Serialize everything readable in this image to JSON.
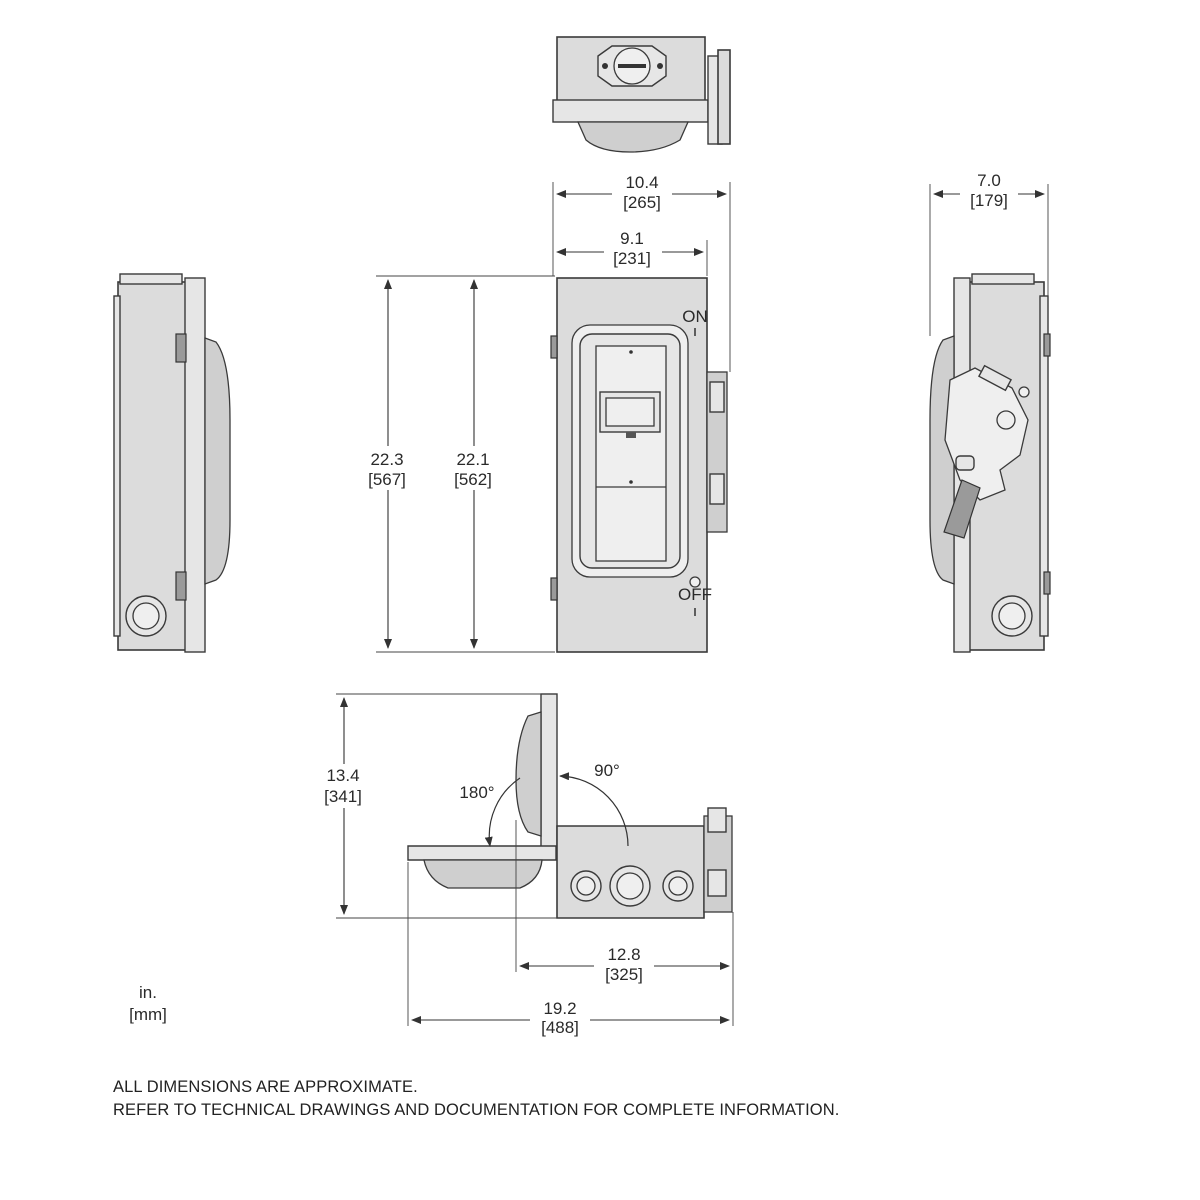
{
  "dimensions": {
    "top_width": {
      "in": "10.4",
      "mm": "[265]"
    },
    "inner_width": {
      "in": "9.1",
      "mm": "[231]"
    },
    "side_depth": {
      "in": "7.0",
      "mm": "[179]"
    },
    "overall_height": {
      "in": "22.3",
      "mm": "[567]"
    },
    "body_height": {
      "in": "22.1",
      "mm": "[562]"
    },
    "door_open_height": {
      "in": "13.4",
      "mm": "[341]"
    },
    "open_depth": {
      "in": "12.8",
      "mm": "[325]"
    },
    "open_overall_depth": {
      "in": "19.2",
      "mm": "[488]"
    }
  },
  "angles": {
    "swing_180": "180°",
    "swing_90": "90°"
  },
  "handle_labels": {
    "on": "ON",
    "off": "OFF"
  },
  "units_legend": {
    "inches": "in.",
    "millimeters": "[mm]"
  },
  "notes": [
    "ALL DIMENSIONS ARE APPROXIMATE.",
    "REFER TO TECHNICAL DRAWINGS AND DOCUMENTATION FOR COMPLETE INFORMATION."
  ]
}
